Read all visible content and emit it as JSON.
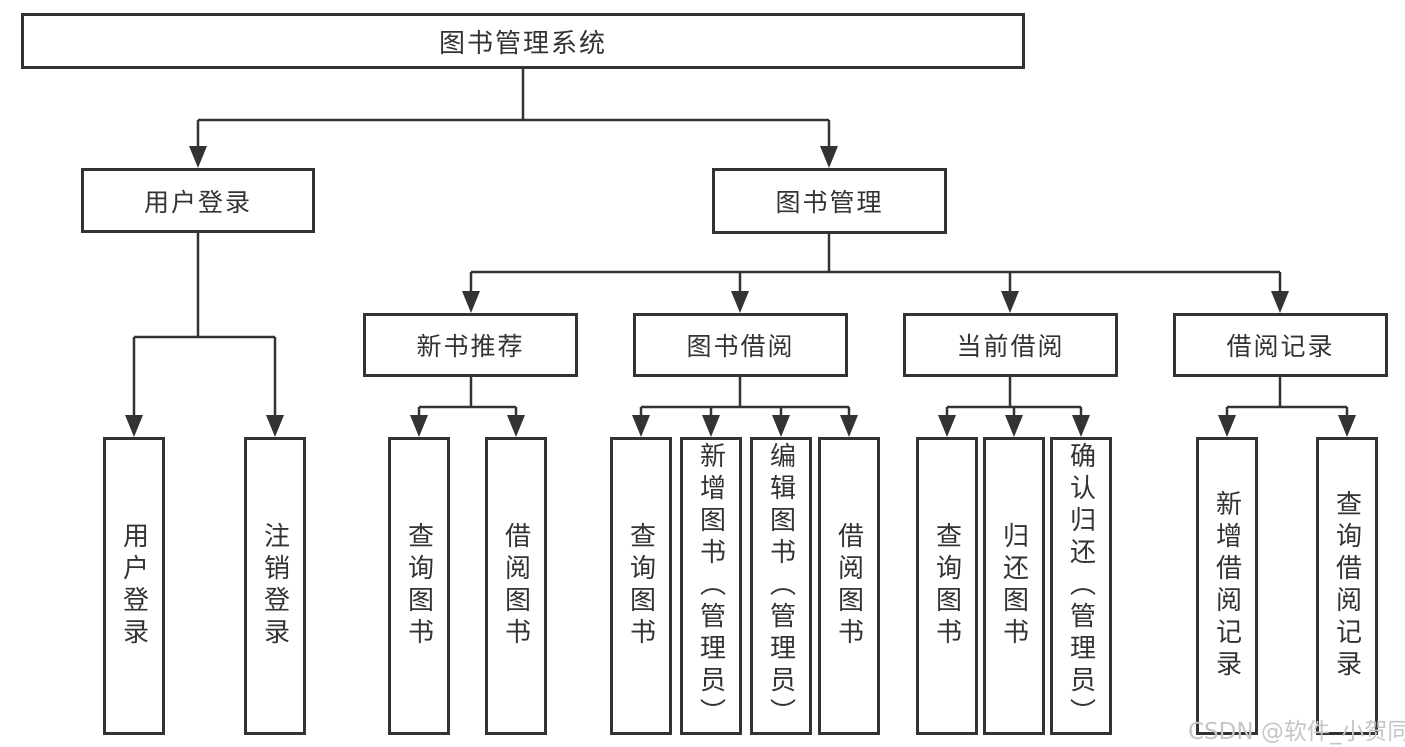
{
  "diagram": {
    "tree": {
      "label": "图书管理系统",
      "children": [
        {
          "label": "用户登录",
          "children": [
            {
              "label": "用户登录"
            },
            {
              "label": "注销登录"
            }
          ]
        },
        {
          "label": "图书管理",
          "children": [
            {
              "label": "新书推荐",
              "children": [
                {
                  "label": "查询图书"
                },
                {
                  "label": "借阅图书"
                }
              ]
            },
            {
              "label": "图书借阅",
              "children": [
                {
                  "label": "查询图书"
                },
                {
                  "label": "新增图书（管理员）"
                },
                {
                  "label": "编辑图书（管理员）"
                },
                {
                  "label": "借阅图书"
                }
              ]
            },
            {
              "label": "当前借阅",
              "children": [
                {
                  "label": "查询图书"
                },
                {
                  "label": "归还图书"
                },
                {
                  "label": "确认归还（管理员）"
                }
              ]
            },
            {
              "label": "借阅记录",
              "children": [
                {
                  "label": "新增借阅记录"
                },
                {
                  "label": "查询借阅记录"
                }
              ]
            }
          ]
        }
      ]
    }
  },
  "watermark": {
    "text": "CSDN @软件_小贺同学"
  },
  "colors": {
    "line": "#333333",
    "text": "#333333",
    "background": "#ffffff",
    "watermark": "#c6c6c6"
  }
}
